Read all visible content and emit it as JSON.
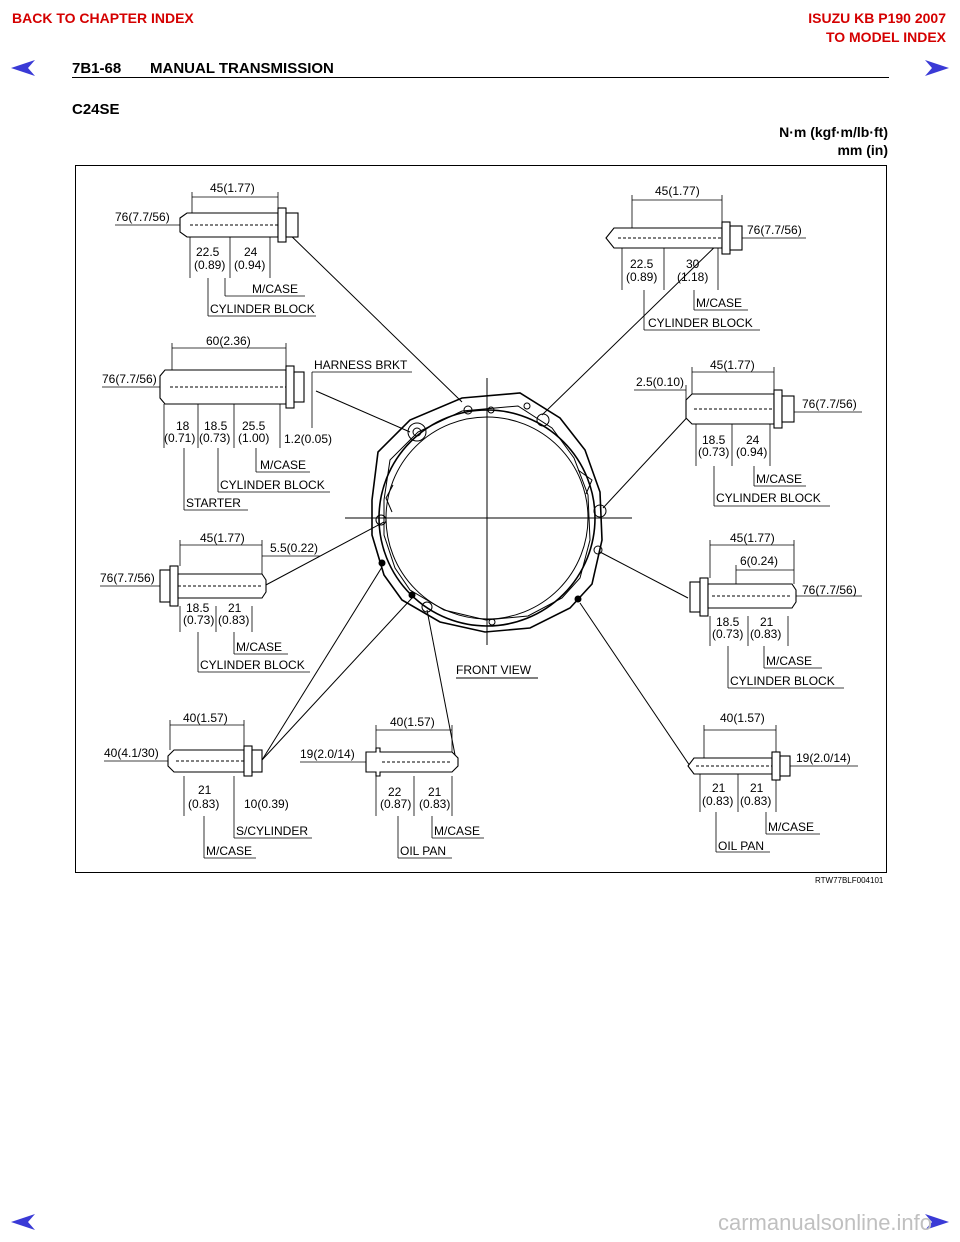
{
  "header": {
    "back_chapter": "BACK TO CHAPTER INDEX",
    "model_line1": "ISUZU KB P190 2007",
    "model_line2": "TO MODEL INDEX",
    "page_ref": "7B1-68",
    "title": "MANUAL TRANSMISSION",
    "accent_color": "#d40000",
    "nav_color": "#3a3ad6"
  },
  "section": {
    "title": "C24SE"
  },
  "units": {
    "torque": "N·m (kgf·m/lb·ft)",
    "length": "mm (in)"
  },
  "figure": {
    "center_label": "FRONT VIEW",
    "code": "RTW77BLF004101",
    "bolts": [
      {
        "id": "upper-left",
        "total": "45(1.77)",
        "torque": "76(7.7/56)",
        "segments": [
          {
            "a": "22.5",
            "b": "(0.89)"
          },
          {
            "a": "24",
            "b": "(0.94)"
          }
        ],
        "labels": [
          "M/CASE",
          "CYLINDER BLOCK"
        ]
      },
      {
        "id": "middle-left-top",
        "total": "60(2.36)",
        "torque": "76(7.7/56)",
        "extra": [
          "HARNESS BRKT",
          "1.2(0.05)"
        ],
        "segments": [
          {
            "a": "18",
            "b": "(0.71)"
          },
          {
            "a": "18.5",
            "b": "(0.73)"
          },
          {
            "a": "25.5",
            "b": "(1.00)"
          }
        ],
        "labels": [
          "M/CASE",
          "CYLINDER BLOCK",
          "STARTER"
        ]
      },
      {
        "id": "middle-left",
        "total": "45(1.77)",
        "torque": "76(7.7/56)",
        "extra": [
          "5.5(0.22)"
        ],
        "segments": [
          {
            "a": "18.5",
            "b": "(0.73)"
          },
          {
            "a": "21",
            "b": "(0.83)"
          }
        ],
        "labels": [
          "M/CASE",
          "CYLINDER BLOCK"
        ]
      },
      {
        "id": "lower-left",
        "total": "40(1.57)",
        "torque": "40(4.1/30)",
        "extra": [
          "10(0.39)"
        ],
        "segments": [
          {
            "a": "21",
            "b": "(0.83)"
          }
        ],
        "labels": [
          "S/CYLINDER",
          "M/CASE"
        ]
      },
      {
        "id": "lower-center",
        "total": "40(1.57)",
        "torque": "19(2.0/14)",
        "segments": [
          {
            "a": "22",
            "b": "(0.87)"
          },
          {
            "a": "21",
            "b": "(0.83)"
          }
        ],
        "labels": [
          "M/CASE",
          "OIL PAN"
        ]
      },
      {
        "id": "upper-right",
        "total": "45(1.77)",
        "torque": "76(7.7/56)",
        "segments": [
          {
            "a": "22.5",
            "b": "(0.89)"
          },
          {
            "a": "30",
            "b": "(1.18)"
          }
        ],
        "labels": [
          "M/CASE",
          "CYLINDER BLOCK"
        ]
      },
      {
        "id": "middle-right-top",
        "total": "45(1.77)",
        "torque": "76(7.7/56)",
        "extra": [
          "2.5(0.10)"
        ],
        "segments": [
          {
            "a": "18.5",
            "b": "(0.73)"
          },
          {
            "a": "24",
            "b": "(0.94)"
          }
        ],
        "labels": [
          "M/CASE",
          "CYLINDER BLOCK"
        ]
      },
      {
        "id": "middle-right",
        "total": "45(1.77)",
        "torque": "76(7.7/56)",
        "extra": [
          "6(0.24)"
        ],
        "segments": [
          {
            "a": "18.5",
            "b": "(0.73)"
          },
          {
            "a": "21",
            "b": "(0.83)"
          }
        ],
        "labels": [
          "M/CASE",
          "CYLINDER BLOCK"
        ]
      },
      {
        "id": "lower-right",
        "total": "40(1.57)",
        "torque": "19(2.0/14)",
        "segments": [
          {
            "a": "21",
            "b": "(0.83)"
          },
          {
            "a": "21",
            "b": "(0.83)"
          }
        ],
        "labels": [
          "M/CASE",
          "OIL PAN"
        ]
      }
    ]
  },
  "footer": {
    "watermark": "carmanualsonline.info"
  }
}
